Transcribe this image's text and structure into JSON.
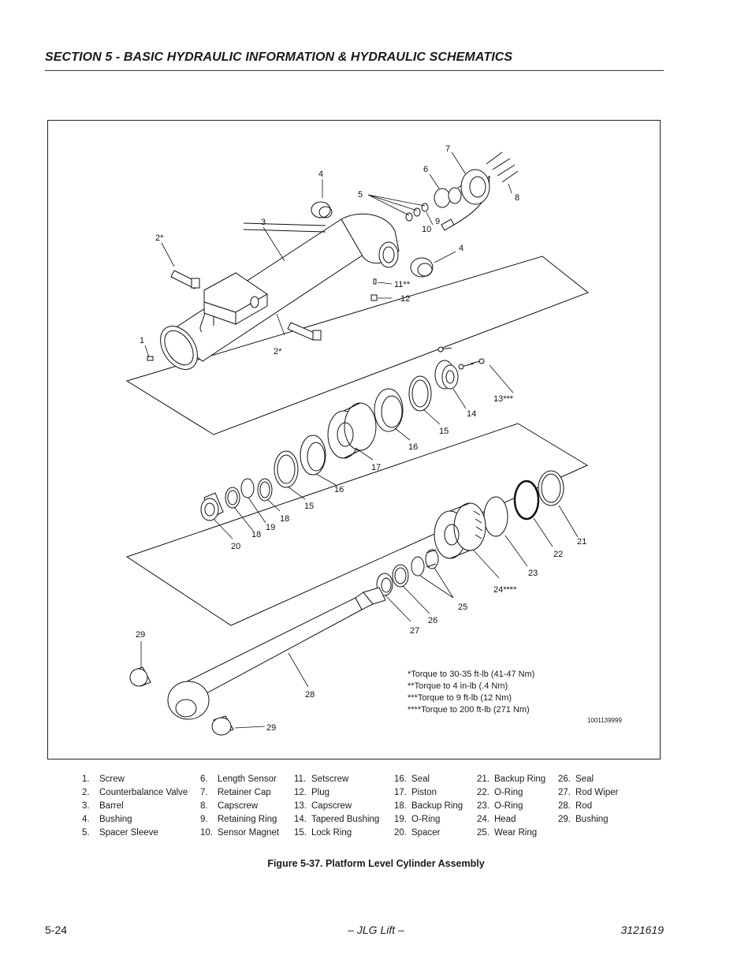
{
  "header": {
    "section_title": "SECTION 5 - BASIC HYDRAULIC INFORMATION & HYDRAULIC SCHEMATICS"
  },
  "figure": {
    "callouts": {
      "c1": "1",
      "c2a": "2*",
      "c2b": "2*",
      "c3": "3",
      "c4a": "4",
      "c4b": "4",
      "c5": "5",
      "c6": "6",
      "c7": "7",
      "c8": "8",
      "c9": "9",
      "c10": "10",
      "c11": "11**",
      "c12": "12",
      "c13": "13***",
      "c14": "14",
      "c15a": "15",
      "c15b": "15",
      "c16a": "16",
      "c16b": "16",
      "c17": "17",
      "c18a": "18",
      "c18b": "18",
      "c19": "19",
      "c20": "20",
      "c21": "21",
      "c22": "22",
      "c23": "23",
      "c24": "24****",
      "c25": "25",
      "c26": "26",
      "c27": "27",
      "c28": "28",
      "c29a": "29",
      "c29b": "29"
    },
    "torque_notes": [
      "*Torque to 30-35 ft-lb (41-47 Nm)",
      "**Torque to 4 in-lb (.4 Nm)",
      "***Torque to 9 ft-lb (12 Nm)",
      "****Torque to 200 ft-lb (271 Nm)"
    ],
    "drawing_id": "1001139999",
    "caption": "Figure 5-37.  Platform Level Cylinder Assembly"
  },
  "legend": {
    "col1": [
      {
        "num": "1.",
        "name": "Screw"
      },
      {
        "num": "2.",
        "name": "Counterbalance Valve"
      },
      {
        "num": "3.",
        "name": "Barrel"
      },
      {
        "num": "4.",
        "name": "Bushing"
      },
      {
        "num": "5.",
        "name": "Spacer Sleeve"
      }
    ],
    "col2": [
      {
        "num": "6.",
        "name": "Length Sensor"
      },
      {
        "num": "7.",
        "name": "Retainer Cap"
      },
      {
        "num": "8.",
        "name": "Capscrew"
      },
      {
        "num": "9.",
        "name": "Retaining Ring"
      },
      {
        "num": "10.",
        "name": "Sensor Magnet"
      }
    ],
    "col3": [
      {
        "num": "11.",
        "name": "Setscrew"
      },
      {
        "num": "12.",
        "name": "Plug"
      },
      {
        "num": "13.",
        "name": "Capscrew"
      },
      {
        "num": "14.",
        "name": "Tapered Bushing"
      },
      {
        "num": "15.",
        "name": "Lock Ring"
      }
    ],
    "col4": [
      {
        "num": "16.",
        "name": "Seal"
      },
      {
        "num": "17.",
        "name": "Piston"
      },
      {
        "num": "18.",
        "name": "Backup Ring"
      },
      {
        "num": "19.",
        "name": "O-Ring"
      },
      {
        "num": "20.",
        "name": "Spacer"
      }
    ],
    "col5": [
      {
        "num": "21.",
        "name": "Backup Ring"
      },
      {
        "num": "22.",
        "name": "O-Ring"
      },
      {
        "num": "23.",
        "name": "O-Ring"
      },
      {
        "num": "24.",
        "name": "Head"
      },
      {
        "num": "25.",
        "name": "Wear Ring"
      }
    ],
    "col6": [
      {
        "num": "26.",
        "name": "Seal"
      },
      {
        "num": "27.",
        "name": "Rod Wiper"
      },
      {
        "num": "28.",
        "name": "Rod"
      },
      {
        "num": "29.",
        "name": "Bushing"
      }
    ]
  },
  "footer": {
    "page_number": "5-24",
    "center": "– JLG Lift –",
    "doc_number": "3121619"
  }
}
